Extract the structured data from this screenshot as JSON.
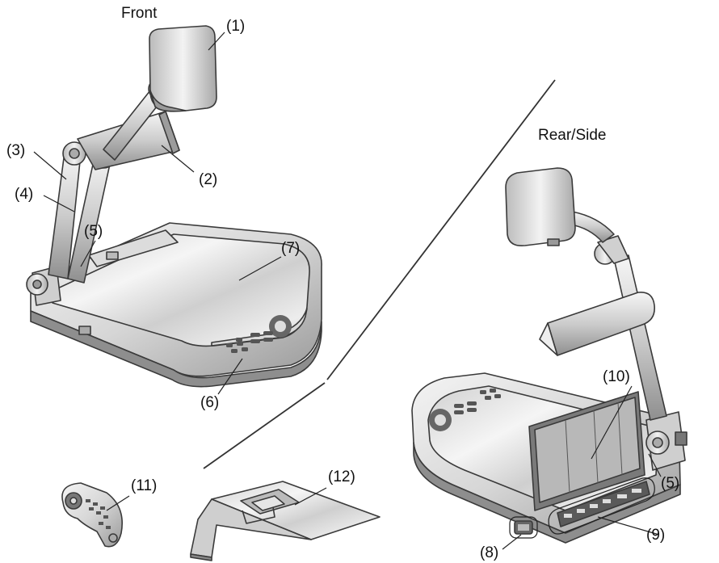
{
  "headings": {
    "front": "Front",
    "rear_side": "Rear/Side"
  },
  "callouts": {
    "c1": "(1)",
    "c2": "(2)",
    "c3": "(3)",
    "c4": "(4)",
    "c5_front": "(5)",
    "c6": "(6)",
    "c7": "(7)",
    "c8": "(8)",
    "c9": "(9)",
    "c10": "(10)",
    "c5_rear": "(5)",
    "c11": "(11)",
    "c12": "(12)"
  },
  "colors": {
    "body_light": "#e4e4e4",
    "body_mid": "#c9c9c9",
    "body_dark": "#8c8c8c",
    "outline": "#3a3a3a",
    "stage_sheen": "#f2f2f2",
    "divider_line": "#333333"
  }
}
